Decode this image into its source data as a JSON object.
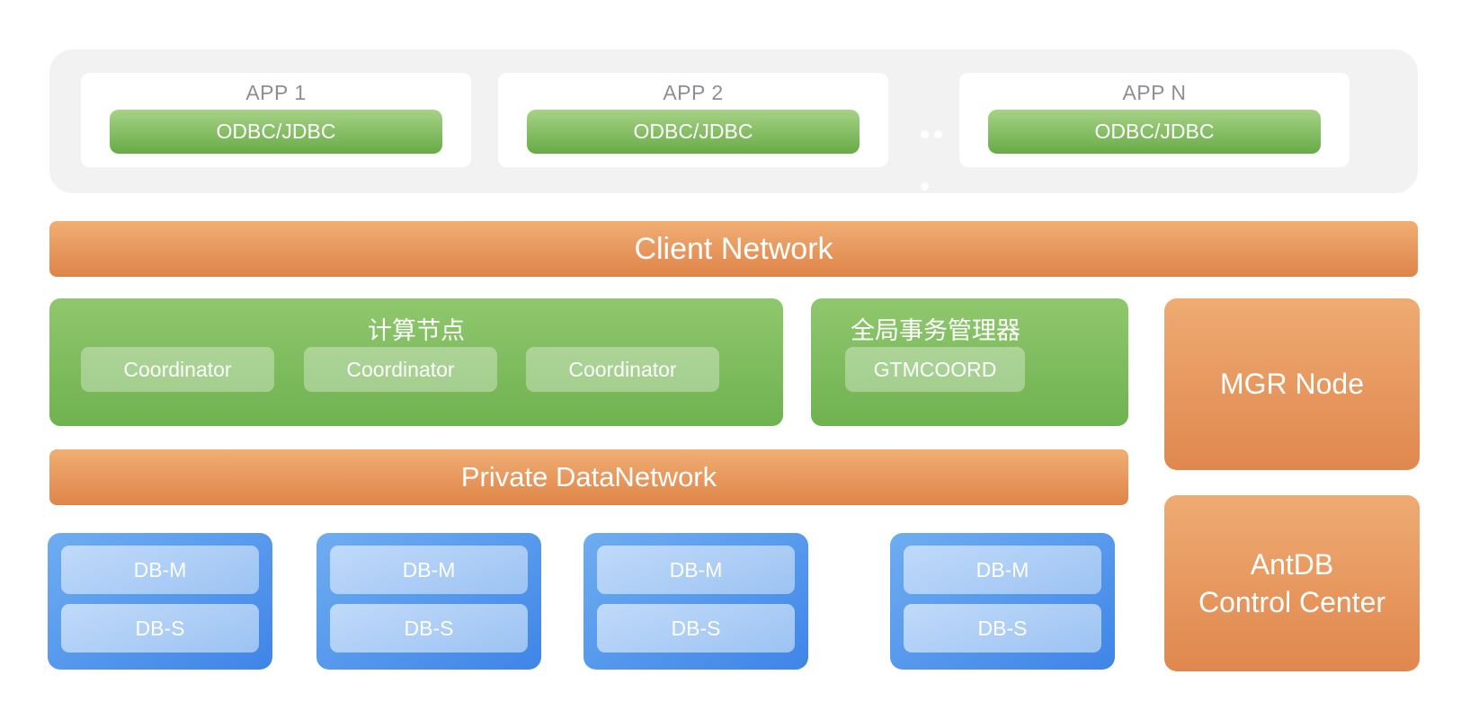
{
  "apps_layer": {
    "cards": [
      {
        "title": "APP 1",
        "connector": "ODBC/JDBC"
      },
      {
        "title": "APP 2",
        "connector": "ODBC/JDBC"
      },
      {
        "title": "APP N",
        "connector": "ODBC/JDBC"
      }
    ]
  },
  "client_network": {
    "label": "Client Network"
  },
  "compute_node": {
    "title": "计算节点",
    "coordinators": [
      "Coordinator",
      "Coordinator",
      "Coordinator"
    ]
  },
  "gtm": {
    "title": "全局事务管理器",
    "node": "GTMCOORD"
  },
  "mgr_node": {
    "label": "MGR Node"
  },
  "private_network": {
    "label": "Private DataNetwork"
  },
  "db_groups": [
    {
      "master": "DB-M",
      "slave": "DB-S"
    },
    {
      "master": "DB-M",
      "slave": "DB-S"
    },
    {
      "master": "DB-M",
      "slave": "DB-S"
    },
    {
      "master": "DB-M",
      "slave": "DB-S"
    }
  ],
  "control_center": {
    "line1": "AntDB",
    "line2": "Control Center"
  },
  "colors": {
    "orange_top": "#f0ae74",
    "orange_bottom": "#df8449",
    "green_box_top": "#90c76e",
    "green_box_bottom": "#6fb250",
    "green_button_top": "#a6d286",
    "green_button_bottom": "#68ab47",
    "blue_box_top": "#6fadf1",
    "blue_box_bottom": "#3f85e8",
    "blue_button_top": "#c0daf9",
    "blue_button_bottom": "#9cc3f3",
    "panel_gray": "#f2f2f3",
    "app_title_gray": "#8d8f93",
    "text_white": "#ffffff"
  }
}
